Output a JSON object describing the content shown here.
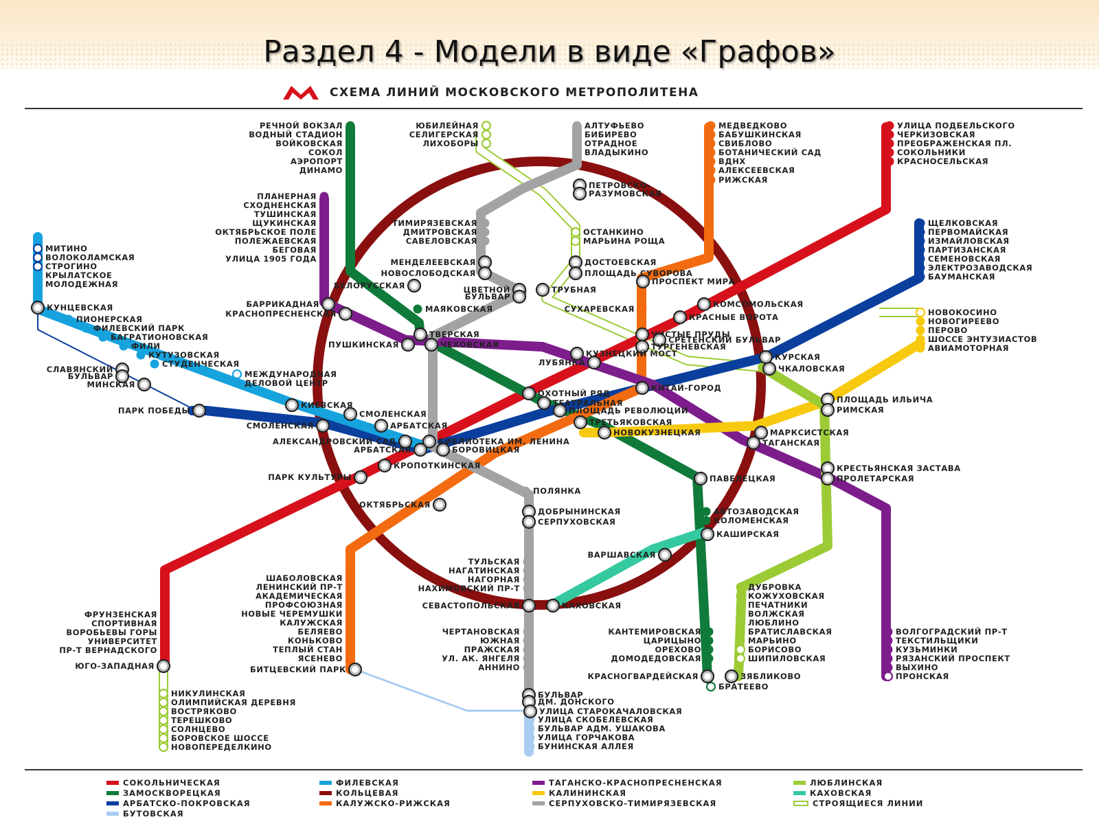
{
  "slide": {
    "title": "Раздел 4 -  Модели в виде «Графов»"
  },
  "map": {
    "logo": "М",
    "title": "СХЕМА ЛИНИЙ МОСКОВСКОГО МЕТРОПОЛИТЕНА"
  },
  "colors": {
    "sokol": "#d7111c",
    "zamos": "#0f7a3a",
    "arbat": "#0b3f9e",
    "filev": "#16a3dd",
    "ring": "#8a0f0f",
    "kalug": "#f26b10",
    "tagan": "#7d1d8c",
    "kalin": "#f7c90f",
    "serp": "#a3a3a3",
    "lyub": "#9ccb35",
    "kahov": "#35c9a0",
    "build": "#9ccb35",
    "butov": "#a9cdf1"
  },
  "stations": {
    "rechnoy": "РЕЧНОЙ ВОКЗАЛ",
    "vodny": "ВОДНЫЙ СТАДИОН",
    "voykov": "ВОЙКОВСКАЯ",
    "sokol": "СОКОЛ",
    "aeroport": "АЭРОПОРТ",
    "dinamo": "ДИНАМО",
    "yubil": "ЮБИЛЕЙНАЯ",
    "seliger": "СЕЛИГЕРСКАЯ",
    "lihobory": "ЛИХОБОРЫ",
    "altuf": "АЛТУФЬЕВО",
    "bibir": "БИБИРЕВО",
    "otradnoe": "ОТРАДНОЕ",
    "vladyk": "ВЛАДЫКИНО",
    "medved": "МЕДВЕДКОВО",
    "babush": "БАБУШКИНСКАЯ",
    "sviblovo": "СВИБЛОВО",
    "botsad": "БОТАНИЧЕСКИЙ САД",
    "vdnh": "ВДНХ",
    "alekseev": "АЛЕКСЕЕВСКАЯ",
    "rizh": "РИЖСКАЯ",
    "podbel": "УЛИЦА ПОДБЕЛЬСКОГО",
    "cherkiz": "ЧЕРКИЗОВСКАЯ",
    "preobr": "ПРЕОБРАЖЕНСКАЯ ПЛ.",
    "sokolniki": "СОКОЛЬНИКИ",
    "krasnosel": "КРАСНОСЕЛЬСКАЯ",
    "petrovsko1": "ПЕТРОВСКО-",
    "petrovsko2": "РАЗУМОВСКАЯ",
    "planer": "ПЛАНЕРНАЯ",
    "shodn": "СХОДНЕНСКАЯ",
    "tushin": "ТУШИНСКАЯ",
    "shukin": "ЩУКИНСКАЯ",
    "oktpole": "ОКТЯБРЬСКОЕ ПОЛЕ",
    "polezh": "ПОЛЕЖАЕВСКАЯ",
    "begovaya": "БЕГОВАЯ",
    "ul1905": "УЛИЦА 1905 ГОДА",
    "timir": "ТИМИРЯЗЕВСКАЯ",
    "dmitr": "ДМИТРОВСКАЯ",
    "savel": "САВЕЛОВСКАЯ",
    "ostank": "ОСТАНКИНО",
    "maryina": "МАРЬИНА РОЩА",
    "dostoev": "ДОСТОЕВСКАЯ",
    "suvorov": "ПЛОЩАДЬ СУВОРОВА",
    "mendel": "МЕНДЕЛЕЕВСКАЯ",
    "novoslob": "НОВОСЛОБОДСКАЯ",
    "belorus": "БЕЛОРУССКАЯ",
    "cvetnoy1": "ЦВЕТНОЙ",
    "cvetnoy2": "БУЛЬВАР",
    "trubnaya": "ТРУБНАЯ",
    "prmira": "ПРОСПЕКТ МИРА",
    "schelk": "ЩЕЛКОВСКАЯ",
    "pervom": "ПЕРВОМАЙСКАЯ",
    "izmail": "ИЗМАЙЛОВСКАЯ",
    "partiz": "ПАРТИЗАНСКАЯ",
    "semen": "СЕМЕНОВСКАЯ",
    "elektroz": "ЭЛЕКТРОЗАВОДСКАЯ",
    "bauman": "БАУМАНСКАЯ",
    "mitino": "МИТИНО",
    "volokol": "ВОЛОКОЛАМСКАЯ",
    "strogino": "СТРОГИНО",
    "krylat": "КРЫЛАТСКОЕ",
    "molodezh": "МОЛОДЕЖНАЯ",
    "kuncev": "КУНЦЕВСКАЯ",
    "pioner": "ПИОНЕРСКАЯ",
    "filpark": "ФИЛЕВСКИЙ ПАРК",
    "bagrat": "БАГРАТИОНОВСКАЯ",
    "fili": "ФИЛИ",
    "kutuz": "КУТУЗОВСКАЯ",
    "student": "СТУДЕНЧЕСКАЯ",
    "slavyan1": "СЛАВЯНСКИЙ",
    "slavyan2": "БУЛЬВАР",
    "minsk": "МИНСКАЯ",
    "parkpob": "ПАРК ПОБЕДЫ",
    "barrikad": "БАРРИКАДНАЯ",
    "krasnopr": "КРАСНОПРЕСНЕНСКАЯ",
    "mayak": "МАЯКОВСКАЯ",
    "sukhar": "СУХАРЕВСКАЯ",
    "komsom": "КОМСОМОЛЬСКАЯ",
    "kvorota": "КРАСНЫЕ ВОРОТА",
    "novokos": "НОВОКОСИНО",
    "novogir": "НОВОГИРЕЕВО",
    "perovo": "ПЕРОВО",
    "entuz": "ШОССЕ ЭНТУЗИАСТОВ",
    "aviamot": "АВИАМОТОРНАЯ",
    "tversk": "ТВЕРСКАЯ",
    "pushk": "ПУШКИНСКАЯ",
    "chekh": "ЧЕХОВСКАЯ",
    "chprudy": "ЧИСТЫЕ ПРУДЫ",
    "sreten": "СРЕТЕНСКИЙ БУЛЬВАР",
    "turgen": "ТУРГЕНЕВСКАЯ",
    "kuzmost": "КУЗНЕЦКИЙ МОСТ",
    "lubyanka": "ЛУБЯНКА",
    "kursk": "КУРСКАЯ",
    "chkalov": "ЧКАЛОВСКАЯ",
    "mezhdun": "МЕЖДУНАРОДНАЯ",
    "delovoy": "ДЕЛОВОЙ ЦЕНТР",
    "ohotny": "ОХОТНЫЙ РЯД",
    "kitaygor": "КИТАЙ-ГОРОД",
    "teatr": "ТЕАТРАЛЬНАЯ",
    "plrev": "ПЛОЩАДЬ РЕВОЛЮЦИИ",
    "ilyich": "ПЛОЩАДЬ ИЛЬИЧА",
    "rimsk": "РИМСКАЯ",
    "kievsk": "КИЕВСКАЯ",
    "smol1": "СМОЛЕНСКАЯ",
    "smol2": "СМОЛЕНСКАЯ",
    "arbat1": "АРБАТСКАЯ",
    "tretyak": "ТРЕТЬЯКОВСКАЯ",
    "novokuz": "НОВОКУЗНЕЦКАЯ",
    "marks": "МАРКСИСТСКАЯ",
    "taganka": "ТАГАНСКАЯ",
    "alexsad": "АЛЕКСАНДРОВСКИЙ САД",
    "biblio": "БИБЛИОТЕКА ИМ. ЛЕНИНА",
    "arbat2": "АРБАТСКАЯ",
    "borovic": "БОРОВИЦКАЯ",
    "kropot": "КРОПОТКИНСКАЯ",
    "krzastava": "КРЕСТЬЯНСКАЯ ЗАСТАВА",
    "parkkult": "ПАРК КУЛЬТУРЫ",
    "proletar": "ПРОЛЕТАРСКАЯ",
    "paveletsk": "ПАВЕЛЕЦКАЯ",
    "polyanka": "ПОЛЯНКА",
    "oktyabr": "ОКТЯБРЬСКАЯ",
    "dobryn": "ДОБРЫНИНСКАЯ",
    "serpuh": "СЕРПУХОВСКАЯ",
    "avtozav": "АВТОЗАВОДСКАЯ",
    "kolomen": "КОЛОМЕНСКАЯ",
    "kashir": "КАШИРСКАЯ",
    "varshav": "ВАРШАВСКАЯ",
    "tulsk": "ТУЛЬСКАЯ",
    "nagatin": "НАГАТИНСКАЯ",
    "nagorn": "НАГОРНАЯ",
    "nahim": "НАХИМОВСКИЙ ПР-Т",
    "shabol": "ШАБОЛОВСКАЯ",
    "leninpr": "ЛЕНИНСКИЙ ПР-Т",
    "akadem": "АКАДЕМИЧЕСКАЯ",
    "profsoyuz": "ПРОФСОЮЗНАЯ",
    "novcher": "НОВЫЕ ЧЕРЕМУШКИ",
    "kaluzh": "КАЛУЖСКАЯ",
    "belyaevo": "БЕЛЯЕВО",
    "konkovo": "КОНЬКОВО",
    "teply": "ТЕПЛЫЙ СТАН",
    "yasenevo": "ЯСЕНЕВО",
    "bitsa": "БИТЦЕВСКИЙ ПАРК",
    "sevast": "СЕВАСТОПОЛЬСКАЯ",
    "kahovsk": "КАХОВСКАЯ",
    "dubrovka": "ДУБРОВКА",
    "kozhuh": "КОЖУХОВСКАЯ",
    "pechat": "ПЕЧАТНИКИ",
    "volzh": "ВОЛЖСКАЯ",
    "lyublino": "ЛЮБЛИНО",
    "bratisl": "БРАТИСЛАВСКАЯ",
    "maryino": "МАРЬИНО",
    "borisovo": "БОРИСОВО",
    "shipil": "ШИПИЛОВСКАЯ",
    "chertan": "ЧЕРТАНОВСКАЯ",
    "yuzhn": "ЮЖНАЯ",
    "prazh": "ПРАЖСКАЯ",
    "yangel": "УЛ. АК. ЯНГЕЛЯ",
    "annino": "АННИНО",
    "kantem": "КАНТЕМИРОВСКАЯ",
    "tsaritsyno": "ЦАРИЦЫНО",
    "orehovo": "ОРЕХОВО",
    "domoded": "ДОМОДЕДОВСКАЯ",
    "krasnogv": "КРАСНОГВАРДЕЙСКАЯ",
    "zyablikovo": "ЗЯБЛИКОВО",
    "bratеevo": "БРАТЕЕВО",
    "volgograd": "ВОЛГОГРАДСКИЙ ПР-Т",
    "tekstil": "ТЕКСТИЛЬЩИКИ",
    "kuzminki": "КУЗЬМИНКИ",
    "ryazan": "РЯЗАНСКИЙ ПРОСПЕКТ",
    "vyhino": "ВЫХИНО",
    "pronsk": "ПРОНСКАЯ",
    "frunz": "ФРУНЗЕНСКАЯ",
    "sport": "СПОРТИВНАЯ",
    "vorgory": "ВОРОБЬЕВЫ ГОРЫ",
    "univer": "УНИВЕРСИТЕТ",
    "vernad": "ПР-Т ВЕРНАДСКОГО",
    "yugozap": "ЮГО-ЗАПАДНАЯ",
    "nikulin": "НИКУЛИНСКАЯ",
    "olimp": "ОЛИМПИЙСКАЯ ДЕРЕВНЯ",
    "vostryak": "ВОСТРЯКОВО",
    "tereshk": "ТЕРЕШКОВО",
    "solntsevo": "СОЛНЦЕВО",
    "borshosse": "БОРОВСКОЕ ШОССЕ",
    "novoperedelk": "НОВОПЕРЕДЕЛКИНО",
    "bdonsk1": "БУЛЬВАР",
    "bdonsk2": "ДМ. ДОНСКОГО",
    "starokach": "УЛИЦА СТАРОКАЧАЛОВСКАЯ",
    "skobel": "УЛИЦА СКОБЕЛЕВСКАЯ",
    "ushak": "БУЛЬВАР АДМ. УШАКОВА",
    "gorchak": "УЛИЦА ГОРЧАКОВА",
    "buninsk": "БУНИНСКАЯ АЛЛЕЯ"
  },
  "legend": [
    {
      "label": "СОКОЛЬНИЧЕСКАЯ",
      "color": "#d7111c",
      "style": "solid"
    },
    {
      "label": "ЗАМОСКВОРЕЦКАЯ",
      "color": "#0f7a3a",
      "style": "solid"
    },
    {
      "label": "АРБАТСКО-ПОКРОВСКАЯ",
      "color": "#0b3f9e",
      "style": "solid"
    },
    {
      "label": "БУТОВСКАЯ",
      "color": "#a9cdf1",
      "style": "solid"
    },
    {
      "label": "ФИЛЕВСКАЯ",
      "color": "#16a3dd",
      "style": "solid"
    },
    {
      "label": "КОЛЬЦЕВАЯ",
      "color": "#8a0f0f",
      "style": "solid"
    },
    {
      "label": "КАЛУЖСКО-РИЖСКАЯ",
      "color": "#f26b10",
      "style": "solid"
    },
    {
      "label": "ТАГАНСКО-КРАСНОПРЕСНЕНСКАЯ",
      "color": "#7d1d8c",
      "style": "solid"
    },
    {
      "label": "КАЛИНИНСКАЯ",
      "color": "#f7c90f",
      "style": "solid"
    },
    {
      "label": "СЕРПУХОВСКО-ТИМИРЯЗЕВСКАЯ",
      "color": "#a3a3a3",
      "style": "solid"
    },
    {
      "label": "ЛЮБЛИНСКАЯ",
      "color": "#9ccb35",
      "style": "solid"
    },
    {
      "label": "КАХОВСКАЯ",
      "color": "#35c9a0",
      "style": "solid"
    },
    {
      "label": "СТРОЯЩИЕСЯ ЛИНИИ",
      "color": "#9ccb35",
      "style": "outline"
    }
  ]
}
